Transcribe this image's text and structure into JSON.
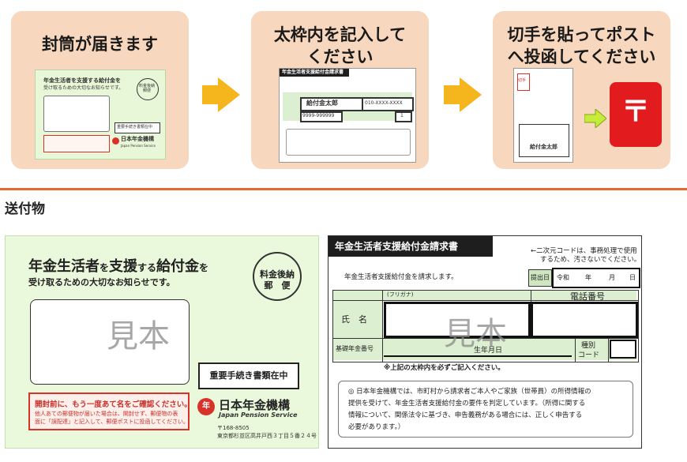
{
  "steps": [
    {
      "title_line1": "封筒が届きます",
      "title_line2": ""
    },
    {
      "title_line1": "太枠内を記入して",
      "title_line2": "ください"
    },
    {
      "title_line1": "切手を貼ってポスト",
      "title_line2": "へ投函してください"
    }
  ],
  "mini": {
    "env_title": "年金生活者を支援する給付金を",
    "env_subtitle": "受け取るための大切なお知らせです。",
    "env_important": "重要手続き書類在中",
    "env_org": "日本年金機構",
    "env_org_en": "Japan Pension Service",
    "postage": "料金後納 郵便",
    "form_title": "年金生活者支援給付金請求書",
    "form_name": "給付金太郎",
    "form_phone": "010-XXXX-XXXX",
    "form_number": "9999-999999",
    "form_box": "1",
    "post_name": "給付金太郎",
    "stamp": "切手"
  },
  "section_title": "送付物",
  "envelope": {
    "title_a": "年金生活者",
    "title_b": "を",
    "title_c": "支援",
    "title_d": "する",
    "title_e": "給付金",
    "title_f": "を",
    "subtitle": "受け取るための大切なお知らせです。",
    "postage_l1": "料金後納",
    "postage_l2": "郵　便",
    "watermark": "見本",
    "important": "重要手続き書類在中",
    "red_l1": "開封前に、もう一度あて名をご確認ください。",
    "red_l2": "他人あての郵便物が届いた場合は、開封せず、郵便物の表",
    "red_l3": "面に「誤配達」と記入して、郵便ポストに投函してください。",
    "logo_char": "年",
    "org_name": "日本年金機構",
    "org_en": "Japan Pension Service",
    "org_zip": "〒168-8505",
    "org_addr": "東京都杉並区高井戸西３丁目５番２４号"
  },
  "form": {
    "header": "年金生活者支援給付金請求書",
    "qr_l1": "←二次元コードは、事務処理で使用",
    "qr_l2": "するため、汚さないでください。",
    "intro": "年金生活者支援給付金を請求します。",
    "date_label": "提出日",
    "date_era": "令和",
    "date_year": "年",
    "date_month": "月",
    "date_day": "日",
    "furigana": "(フリガナ)",
    "phone_label": "電話番号",
    "name_label": "氏　名",
    "watermark": "見本",
    "basic_number_label": "基礎年金番号",
    "birth_label": "生年月日",
    "kind_label_l1": "種別",
    "kind_label_l2": "コード",
    "note": "※上記の太枠内を必ずご記入ください。",
    "info_l1": "◎ 日本年金機構では、市町村から請求者ご本人やご家族（世帯員）の所得情報の",
    "info_l2": "提供を受けて、年金生活者支援給付金の要件を判定しています。（所得に関する",
    "info_l3": "情報について、関係法令に基づき、申告義務がある場合には、正しく申告する",
    "info_l4": "必要があります。）"
  },
  "colors": {
    "step_bg": "#f7d7bd",
    "arrow": "#f5b51c",
    "divider": "#e06a2c",
    "envelope_bg": "#eaf8db",
    "alert_red": "#d8322a",
    "postbox_red": "#e21b1f"
  }
}
